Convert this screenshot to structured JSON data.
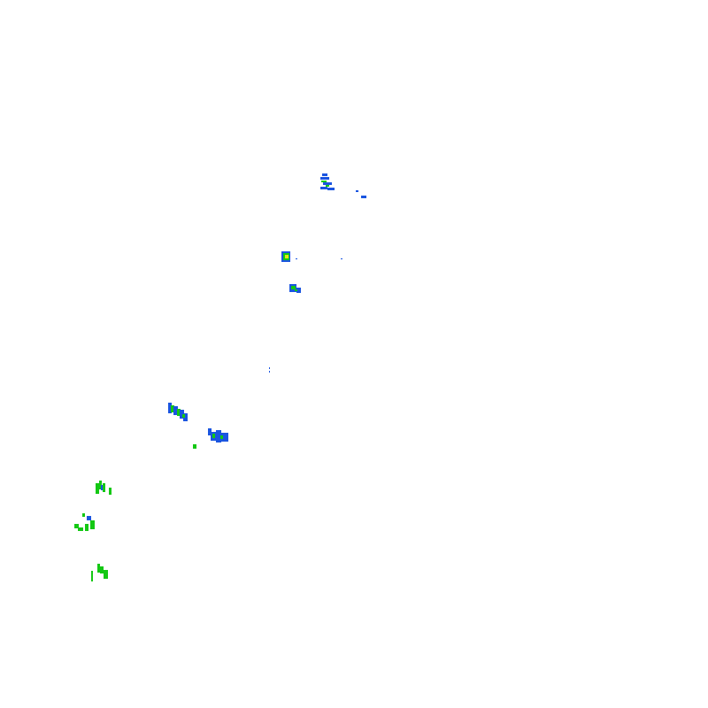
{
  "layer": {
    "background": "#ffffff",
    "palette": {
      "weak": "#1a55e0",
      "moderate": "#14c814",
      "strong": "#e6e614"
    }
  },
  "echo_cells": [
    {
      "id": "cell-north-1",
      "levels": [
        "weak",
        "moderate"
      ]
    },
    {
      "id": "cell-north-2",
      "levels": [
        "weak"
      ]
    },
    {
      "id": "cell-central-1",
      "levels": [
        "weak",
        "moderate",
        "strong"
      ]
    },
    {
      "id": "cell-central-2",
      "levels": [
        "weak",
        "moderate"
      ]
    },
    {
      "id": "cell-speck",
      "levels": [
        "weak"
      ]
    },
    {
      "id": "cell-west-1",
      "levels": [
        "weak",
        "moderate"
      ]
    },
    {
      "id": "cell-west-2",
      "levels": [
        "weak",
        "moderate"
      ]
    },
    {
      "id": "cell-southwest-1",
      "levels": [
        "weak",
        "moderate"
      ]
    },
    {
      "id": "cell-southwest-2",
      "levels": [
        "weak",
        "moderate"
      ]
    },
    {
      "id": "cell-southwest-3",
      "levels": [
        "moderate"
      ]
    }
  ]
}
